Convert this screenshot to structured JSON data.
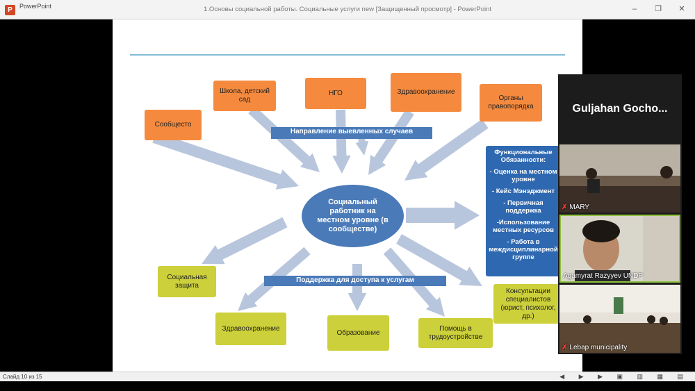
{
  "window": {
    "app_icon": "P",
    "app_name": "PowerPoint",
    "title": "1.Основы социальной работы. Социальные услуги new [Защищенный просмотр] - PowerPoint",
    "minimize": "–",
    "restore": "❐",
    "close": "✕"
  },
  "slide": {
    "colors": {
      "line": "#5aa6c8",
      "arrow": "#b8c6dd",
      "orange": "#f58a3e",
      "olive": "#ccd03a",
      "blue": "#4a7ab8",
      "dark_blue": "#2e68b1"
    },
    "sources": [
      {
        "label": "Сообщесто"
      },
      {
        "label": "Школа, детский сад"
      },
      {
        "label": "НГО"
      },
      {
        "label": "Здравоохранение"
      },
      {
        "label": "Органы правопорядка"
      }
    ],
    "banner_top": "Направление выевленных случаев",
    "center": "Социальный работник на местном уровне (в сообществе)",
    "duties": {
      "title": "Функциональные Обязанности:",
      "items": [
        "- Оценка на местном уровне",
        "- Кейс Мэнэджмент",
        "- Первичная поддержка",
        "-Использование местных ресурсов",
        "- Работа в междисциплинарной группе"
      ]
    },
    "banner_bottom": "Поддержка для доступа к услугам",
    "services": [
      {
        "label": "Социальная защита"
      },
      {
        "label": "Здравоохранение"
      },
      {
        "label": "Образование"
      },
      {
        "label": "Помощь в трудоустройстве"
      },
      {
        "label": "Консультации специалистов (юрист, психолог, др.)"
      }
    ]
  },
  "participants": {
    "speaker": "Guljahan Gocho...",
    "tiles": [
      {
        "name": "MARY",
        "muted": true
      },
      {
        "name": "Agamyrat Razyyev UNDP",
        "muted": false
      },
      {
        "name": "Lebap municipality",
        "muted": true
      }
    ],
    "mic_muted_icon": "✗"
  },
  "status": {
    "slide_counter": "Слайд 10 из 15",
    "icons": "◀ ▶ ▶ ▣ ▥ ▦ ▤"
  }
}
